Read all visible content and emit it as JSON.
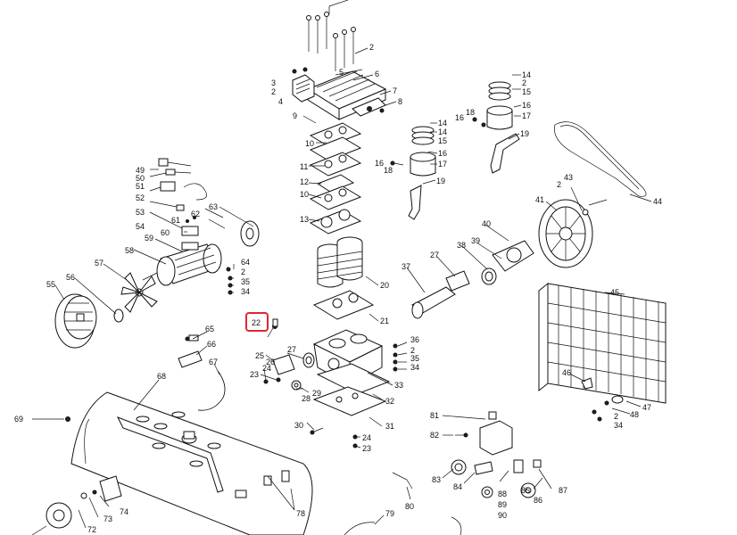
{
  "labels": {
    "l2a": "2",
    "l3": "3",
    "l2b": "2",
    "l4": "4",
    "l5": "5",
    "l6": "6",
    "l7": "7",
    "l8": "8",
    "l9": "9",
    "l10a": "10",
    "l11": "11",
    "l12": "12",
    "l10b": "10",
    "l13": "13",
    "l14a": "14",
    "l15a": "15",
    "l16a": "16",
    "l17a": "17",
    "l18a": "18",
    "l16b": "16",
    "l19a": "19",
    "l14b": "14",
    "l14c": "14",
    "l15b": "15",
    "l16c": "16",
    "l17b": "17",
    "l18b": "18",
    "l16d": "16",
    "l19b": "19",
    "l20": "20",
    "l21": "21",
    "l22": "22",
    "l49": "49",
    "l50": "50",
    "l51": "51",
    "l52": "52",
    "l53": "53",
    "l54": "54",
    "l61": "61",
    "l62": "62",
    "l60": "60",
    "l63": "63",
    "l59": "59",
    "l58": "58",
    "l57": "57",
    "l56": "56",
    "l55": "55",
    "l64": "64",
    "l2c": "2",
    "l35a": "35",
    "l34a": "34",
    "l65": "65",
    "l66": "66",
    "l67": "67",
    "l68": "68",
    "l69": "69",
    "l25": "25",
    "l26": "26",
    "l27": "27",
    "l24a": "24",
    "l23a": "23",
    "l28": "28",
    "l29": "29",
    "l30": "30",
    "l24b": "24",
    "l23b": "23",
    "l31": "31",
    "l32": "32",
    "l33": "33",
    "l36": "36",
    "l2d": "2",
    "l35b": "35",
    "l34b": "34",
    "l37": "37",
    "l27b": "27",
    "l38": "38",
    "l39": "39",
    "l40": "40",
    "l41": "41",
    "l2e": "2",
    "l43": "43",
    "l44": "44",
    "l45": "45",
    "l46": "46",
    "l47": "47",
    "l48": "48",
    "l2f": "2",
    "l34c": "34",
    "l81": "81",
    "l82": "82",
    "l83": "83",
    "l84": "84",
    "l85": "85",
    "l86": "86",
    "l87": "87",
    "l88": "88",
    "l89": "89",
    "l90": "90",
    "l80": "80",
    "l79": "79",
    "l78": "78",
    "l74": "74",
    "l73": "73",
    "l72": "72"
  },
  "highlight": {
    "label": "22",
    "color": "#e0262f"
  }
}
